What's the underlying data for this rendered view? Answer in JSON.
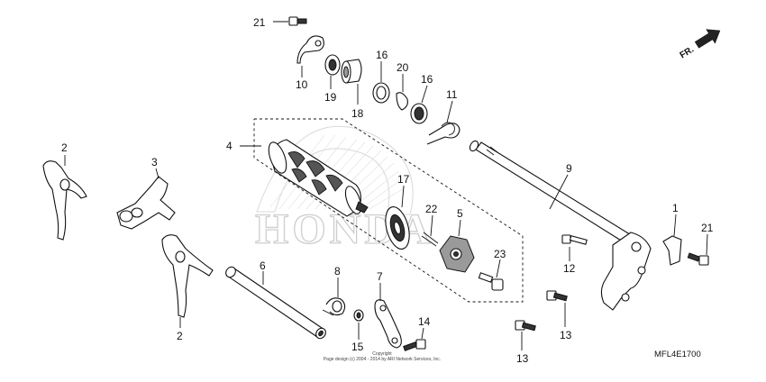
{
  "diagram": {
    "brand_logo": "HONDA",
    "code": "MFL4E1700",
    "direction_label": "FR.",
    "copyright_line1": "Copyright",
    "copyright_line2": "Page design (c) 2004 - 2014 by ARI Network Services, Inc.",
    "callouts": {
      "c21a": "21",
      "c10": "10",
      "c19": "19",
      "c18": "18",
      "c16a": "16",
      "c20": "20",
      "c16b": "16",
      "c11": "11",
      "c4": "4",
      "c2a": "2",
      "c3": "3",
      "c17": "17",
      "c22": "22",
      "c5": "5",
      "c9": "9",
      "c1": "1",
      "c21b": "21",
      "c12": "12",
      "c23": "23",
      "c6": "6",
      "c8": "8",
      "c7": "7",
      "c15": "15",
      "c14": "14",
      "c2b": "2",
      "c13a": "13",
      "c13b": "13"
    }
  }
}
